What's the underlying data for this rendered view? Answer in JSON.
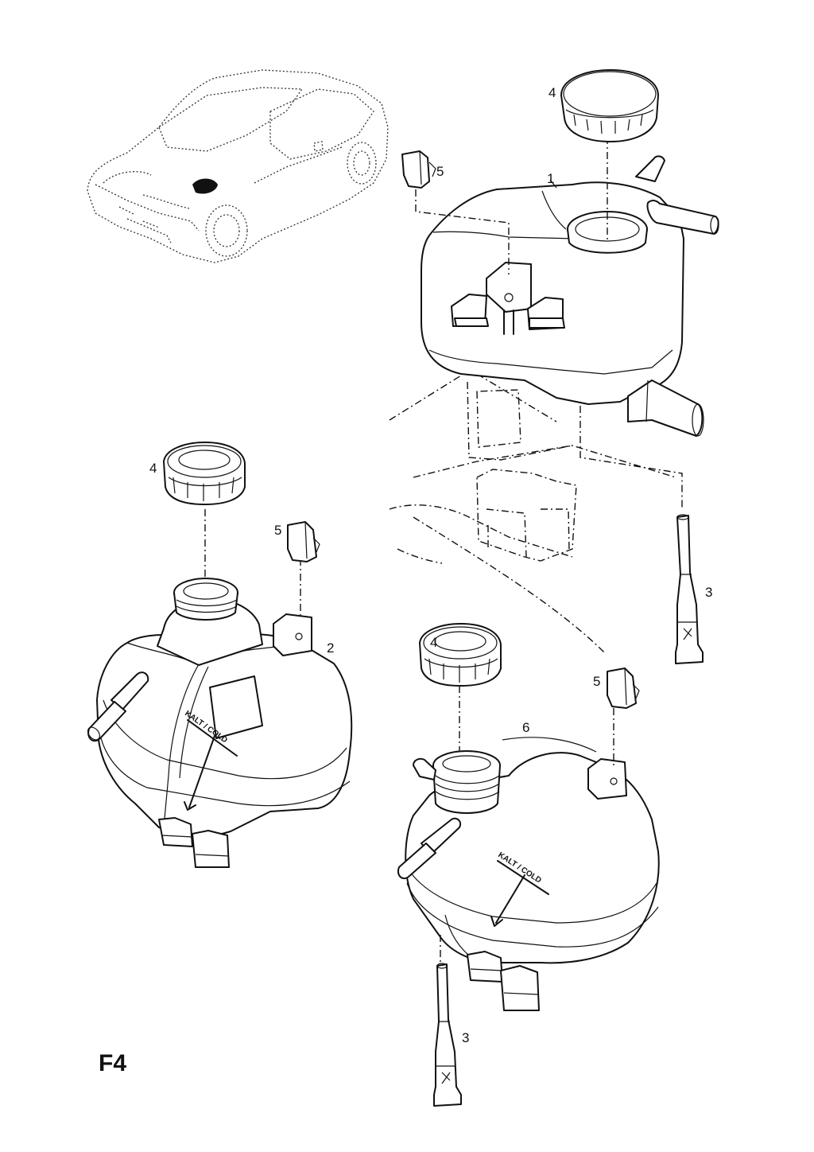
{
  "page_code": "F4",
  "callouts": {
    "c1": "1",
    "c2": "2",
    "c3a": "3",
    "c3b": "3",
    "c4a": "4",
    "c4b": "4",
    "c4c": "4",
    "c5a": "5",
    "c5b": "5",
    "c5c": "5",
    "c6": "6"
  },
  "tank_labels": {
    "tank2": "KALT / COLD",
    "tank6": "KALT / COLD"
  }
}
